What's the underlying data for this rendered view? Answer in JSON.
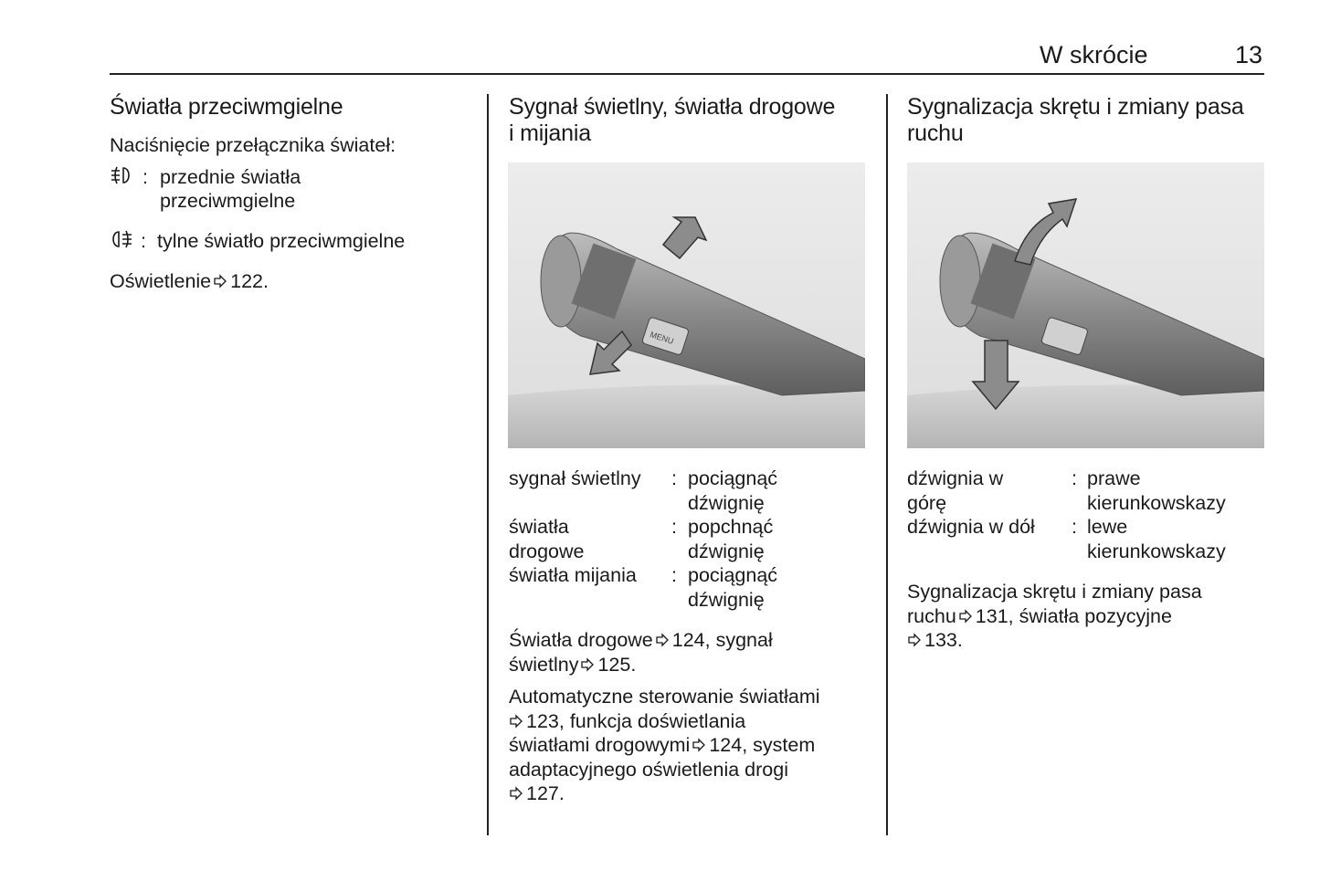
{
  "header": {
    "section": "W skrócie",
    "page": "13"
  },
  "col1": {
    "title": "Światła przeciwmgielne",
    "intro": "Naciśnięcie przełącznika świateł:",
    "items": [
      {
        "icon": "front-fog-light-icon",
        "text1": "przednie światła",
        "text2": "przeciwmgielne"
      },
      {
        "icon": "rear-fog-light-icon",
        "text1": "tylne światło przeciwmgielne"
      }
    ],
    "ref_text": "Oświetlenie",
    "ref_page": "122."
  },
  "col2": {
    "title1": "Sygnał świetlny, światła drogowe",
    "title2": "i mijania",
    "rows": [
      {
        "term1": "sygnał świetlny",
        "term2": "",
        "val1": "pociągnąć",
        "val2": "dźwignię"
      },
      {
        "term1": "światła",
        "term2": "drogowe",
        "val1": "popchnąć",
        "val2": "dźwignię"
      },
      {
        "term1": "światła mijania",
        "term2": "",
        "val1": "pociągnąć",
        "val2": "dźwignię"
      }
    ],
    "p1": {
      "a": "Światła drogowe",
      "r1": "124, sygnał",
      "b": "świetlny",
      "r2": "125."
    },
    "p2": {
      "a": "Automatyczne sterowanie światłami",
      "r1": "123, funkcja doświetlania",
      "b": "światłami drogowymi",
      "r2": "124, system",
      "c": "adaptacyjnego oświetlenia drogi",
      "r3": "127."
    }
  },
  "col3": {
    "title1": "Sygnalizacja skrętu i zmiany pasa",
    "title2": "ruchu",
    "rows": [
      {
        "term1": "dźwignia w",
        "term2": "górę",
        "val1": "prawe",
        "val2": "kierunkowskazy"
      },
      {
        "term1": "dźwignia w dół",
        "term2": "",
        "val1": "lewe",
        "val2": "kierunkowskazy"
      }
    ],
    "p1": {
      "a": "Sygnalizacja skrętu i zmiany pasa",
      "b": "ruchu",
      "r1": "131, światła pozycyjne",
      "r2": "133."
    }
  },
  "figure_labels": {
    "menu": "MENU"
  },
  "colon": ":"
}
